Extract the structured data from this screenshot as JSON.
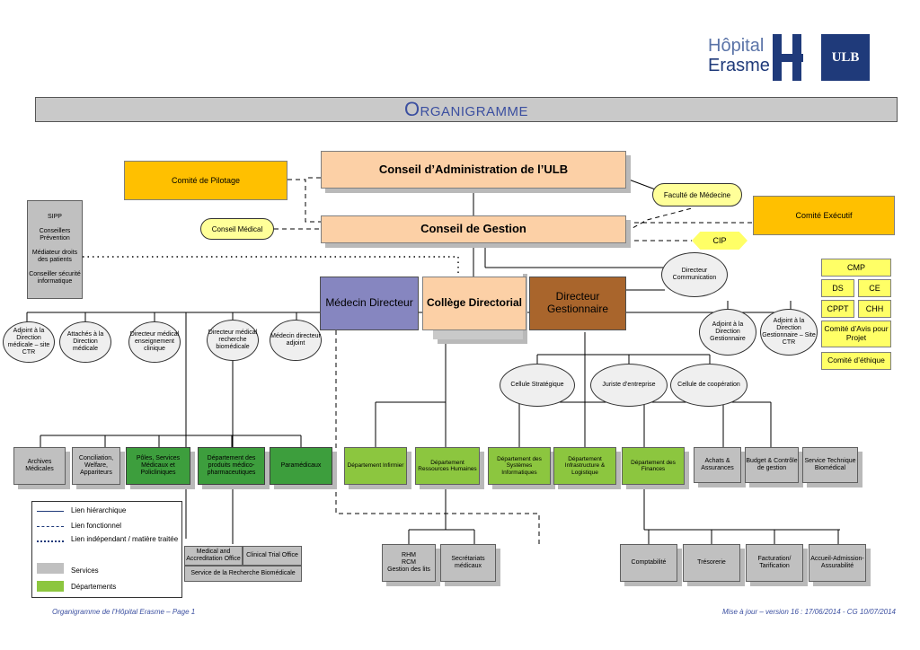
{
  "logo": {
    "hospital_line1": "Hôpital",
    "hospital_line2": "Erasme",
    "ulb": "ULB"
  },
  "title": "Organigramme",
  "boxes": {
    "conseil_admin": "Conseil d’Administration de l’ULB",
    "conseil_gestion": "Conseil de Gestion",
    "comite_pilotage": "Comité de Pilotage",
    "conseil_medical": "Conseil Médical",
    "faculte": "Faculté de Médecine",
    "comite_executif": "Comité Exécutif",
    "cip": "CIP",
    "sipp": "SIPP\n\nConseillers Prévention\n\nMédiateur droits des patients\n\nConseiller sécurité informatique",
    "medecin_directeur": "Médecin Directeur",
    "college": "Collège Directorial",
    "directeur_gestionnaire": "Directeur Gestionnaire",
    "directeur_communication": "Directeur Communication",
    "cmp": "CMP",
    "ds": "DS",
    "ce": "CE",
    "cppt": "CPPT",
    "chh": "CHH",
    "comite_avis": "Comité d’Avis pour Projet",
    "comite_ethique": "Comité d’éthique"
  },
  "ovals_left": [
    "Adjoint à la Direction médicale – site CTR",
    "Attachés à la Direction médicale",
    "Directeur médical enseignement clinique",
    "Directeur médical recherche biomédicale",
    "Médecin directeur adjoint"
  ],
  "ovals_right": [
    "Adjoint à la Direction Gestionnaire",
    "Adjoint à la Direction Gestionnaire – Site CTR"
  ],
  "ovals_mid": [
    "Cellule Stratégique",
    "Juriste d’entreprise",
    "Cellule de coopération"
  ],
  "dept_row": [
    "Archives Médicales",
    "Conciliation, Welfare, Appariteurs",
    "Pôles, Services Médicaux et Policliniques",
    "Département des produits médico-pharmaceutiques",
    "Paramédicaux",
    "Département Infirmier",
    "Département Ressources Humaines",
    "Département des Systèmes Informatiques",
    "Département Infrastructure & Logistique",
    "Département des Finances",
    "Achats & Assurances",
    "Budget & Contrôle de gestion",
    "Service Technique Biomédical"
  ],
  "bottom_row": {
    "medical_accred": "Medical and Accreditation Office",
    "clinical_trial": "Clinical Trial Office",
    "recherche_biomed": "Service de la Recherche Biomédicale",
    "rhm": "RHM\nRCM\nGestion des lits",
    "secretariats": "Secrétariats médicaux",
    "comptabilite": "Comptabilité",
    "tresorerie": "Trésorerie",
    "facturation": "Facturation/ Tarification",
    "accueil": "Accueil-Admission-Assurabilité"
  },
  "legend": {
    "hier": "Lien hiérarchique",
    "fonc": "Lien fonctionnel",
    "indep": "Lien indépendant / matière traitée",
    "services": "Services",
    "departements": "Départements"
  },
  "footer": {
    "left": "Organigramme de l’Hôpital Erasme – Page 1",
    "right": "Mise à jour – version 16 : 17/06/2014 - CG 10/07/2014"
  },
  "colors": {
    "peach": "#fcd0a6",
    "yellow": "#ffc000",
    "grey": "#c0c0c0",
    "green": "#8cc63f",
    "dark_green": "#3d9e3d",
    "purple": "#8686c0",
    "brown": "#a9652c",
    "blue_logo": "#1f3a7a"
  }
}
